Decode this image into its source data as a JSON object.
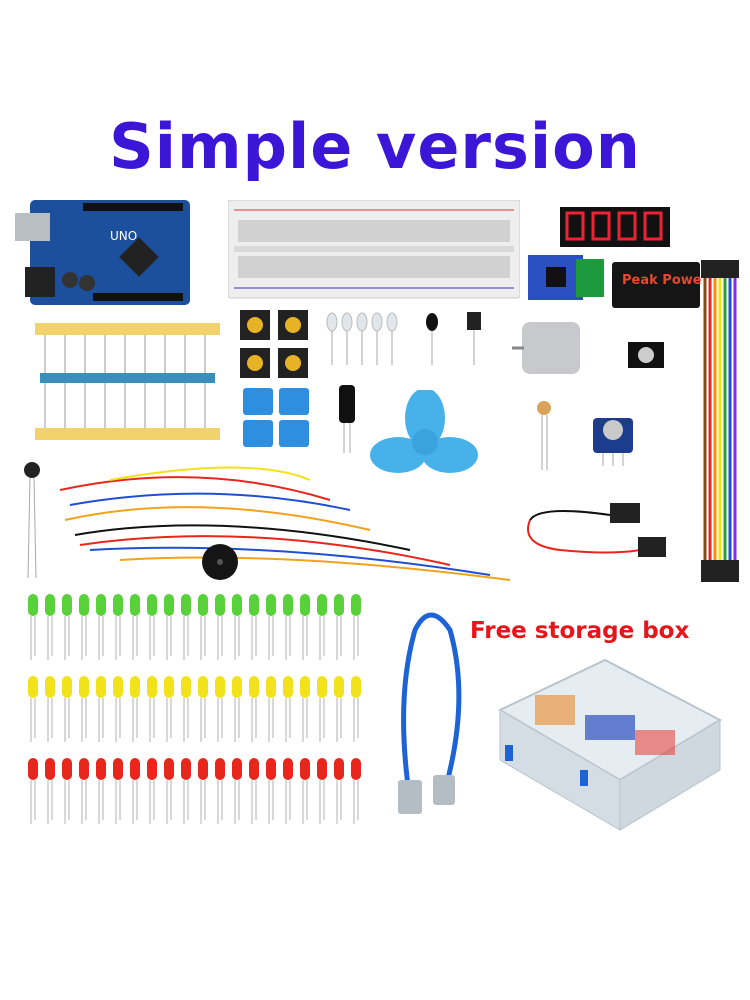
{
  "header": {
    "title": "Simple version"
  },
  "callout": {
    "label": "Free storage box"
  },
  "board": {
    "name": "UNO"
  },
  "battery": {
    "brand": "Peak Power"
  },
  "colors": {
    "title": "#3b16d6",
    "callout": "#e8141a",
    "board": "#1c4f9c",
    "led_green": "#59d13b",
    "led_yellow": "#f2e21b",
    "led_red": "#e8261b"
  },
  "led_rows": [
    {
      "color": "green",
      "count": 20
    },
    {
      "color": "yellow",
      "count": 20
    },
    {
      "color": "red",
      "count": 20
    }
  ]
}
